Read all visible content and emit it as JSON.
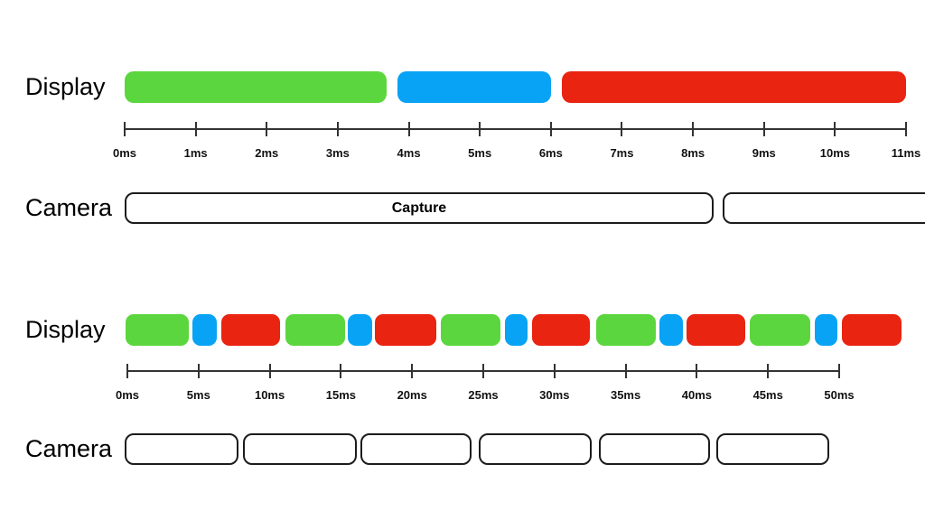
{
  "colors": {
    "green": "#5CD63E",
    "blue": "#09A3F5",
    "red": "#E92411",
    "axis": "#333333",
    "outline": "#1c1c1c"
  },
  "sections": [
    {
      "display_label": "Display",
      "camera_label": "Camera",
      "axis": {
        "ticks": [
          {
            "ms": 0,
            "label": "0ms"
          },
          {
            "ms": 1,
            "label": "1ms"
          },
          {
            "ms": 2,
            "label": "2ms"
          },
          {
            "ms": 3,
            "label": "3ms"
          },
          {
            "ms": 4,
            "label": "4ms"
          },
          {
            "ms": 5,
            "label": "5ms"
          },
          {
            "ms": 6,
            "label": "6ms"
          },
          {
            "ms": 7,
            "label": "7ms"
          },
          {
            "ms": 8,
            "label": "8ms"
          },
          {
            "ms": 9,
            "label": "9ms"
          },
          {
            "ms": 10,
            "label": "10ms"
          },
          {
            "ms": 11,
            "label": "11ms"
          }
        ]
      },
      "display_segments": [
        {
          "color": "green",
          "start_ms": 0,
          "end_ms": 3.69
        },
        {
          "color": "blue",
          "start_ms": 3.84,
          "end_ms": 6.0
        },
        {
          "color": "red",
          "start_ms": 6.16,
          "end_ms": 11.0
        }
      ],
      "camera_segments": [
        {
          "label": "Capture",
          "start_ms": 0,
          "end_ms": 8.29
        },
        {
          "label": "",
          "start_ms": 8.42,
          "end_ms": 11.9
        }
      ]
    },
    {
      "display_label": "Display",
      "camera_label": "Camera",
      "axis": {
        "ticks": [
          {
            "ms": 0,
            "label": "0ms"
          },
          {
            "ms": 5,
            "label": "5ms"
          },
          {
            "ms": 10,
            "label": "10ms"
          },
          {
            "ms": 15,
            "label": "15ms"
          },
          {
            "ms": 20,
            "label": "20ms"
          },
          {
            "ms": 25,
            "label": "25ms"
          },
          {
            "ms": 30,
            "label": "30ms"
          },
          {
            "ms": 35,
            "label": "35ms"
          },
          {
            "ms": 40,
            "label": "40ms"
          },
          {
            "ms": 45,
            "label": "45ms"
          },
          {
            "ms": 50,
            "label": "50ms"
          }
        ]
      },
      "display_segments": [
        {
          "color": "green",
          "start_ms": -0.1,
          "end_ms": 4.3
        },
        {
          "color": "blue",
          "start_ms": 4.6,
          "end_ms": 6.3
        },
        {
          "color": "red",
          "start_ms": 6.6,
          "end_ms": 10.7
        },
        {
          "color": "green",
          "start_ms": 11.1,
          "end_ms": 15.3
        },
        {
          "color": "blue",
          "start_ms": 15.5,
          "end_ms": 17.2
        },
        {
          "color": "red",
          "start_ms": 17.4,
          "end_ms": 21.7
        },
        {
          "color": "green",
          "start_ms": 22.0,
          "end_ms": 26.2
        },
        {
          "color": "blue",
          "start_ms": 26.5,
          "end_ms": 28.1
        },
        {
          "color": "red",
          "start_ms": 28.4,
          "end_ms": 32.5
        },
        {
          "color": "green",
          "start_ms": 32.9,
          "end_ms": 37.1
        },
        {
          "color": "blue",
          "start_ms": 37.4,
          "end_ms": 39.0
        },
        {
          "color": "red",
          "start_ms": 39.3,
          "end_ms": 43.4
        },
        {
          "color": "green",
          "start_ms": 43.7,
          "end_ms": 48.0
        },
        {
          "color": "blue",
          "start_ms": 48.3,
          "end_ms": 49.9
        },
        {
          "color": "red",
          "start_ms": 50.2,
          "end_ms": 54.4
        }
      ],
      "camera_segments": [
        {
          "label": "",
          "start_ms": -0.2,
          "end_ms": 7.8
        },
        {
          "label": "",
          "start_ms": 8.1,
          "end_ms": 16.1
        },
        {
          "label": "",
          "start_ms": 16.4,
          "end_ms": 24.2
        },
        {
          "label": "",
          "start_ms": 24.7,
          "end_ms": 32.6
        },
        {
          "label": "",
          "start_ms": 33.1,
          "end_ms": 40.9
        },
        {
          "label": "",
          "start_ms": 41.4,
          "end_ms": 49.3
        }
      ]
    }
  ]
}
